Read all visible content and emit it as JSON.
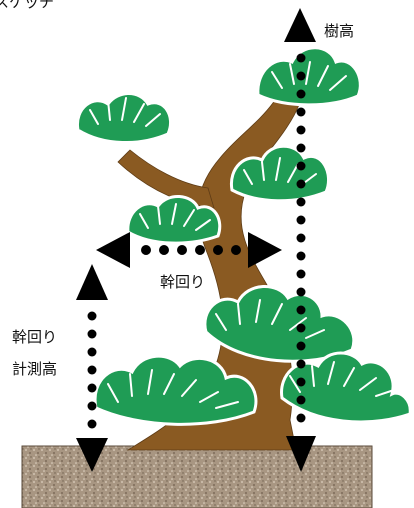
{
  "labels": {
    "top_cut": "スケッチ",
    "tree_height": "樹高",
    "trunk_girth": "幹回り",
    "girth_measure_height_line1": "幹回り",
    "girth_measure_height_line2": "計測高"
  },
  "colors": {
    "foliage": "#1f9c55",
    "foliage_stripe": "#ffffff",
    "trunk": "#8a5a22",
    "arrow": "#000000",
    "pot": "#a89682",
    "background": "#ffffff"
  },
  "icons": [
    "pine-foliage-icon",
    "arrow-up-icon",
    "arrow-down-icon",
    "arrow-left-icon",
    "arrow-right-icon"
  ]
}
